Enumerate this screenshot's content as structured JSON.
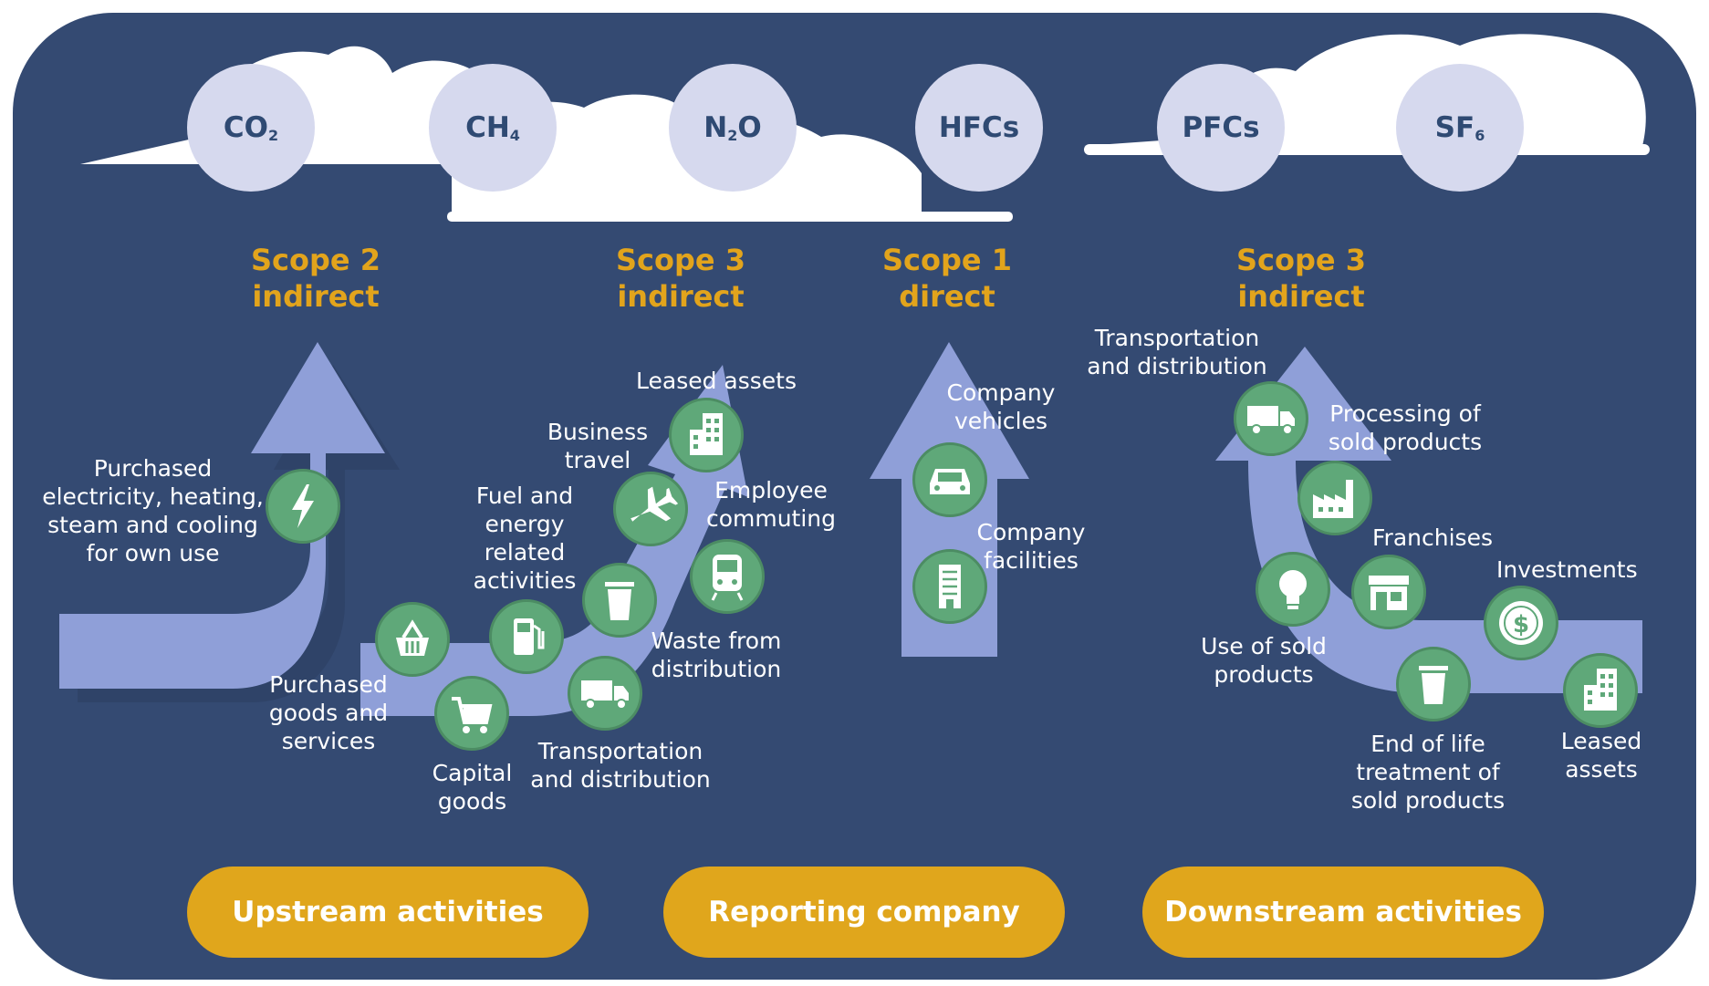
{
  "colors": {
    "background": "#ffffff",
    "panel": "#344a72",
    "cloud": "#ffffff",
    "gas_circle": "#d6d9ee",
    "gas_text": "#2f4a73",
    "arrow": "#8f9fd8",
    "icon_circle": "#5fa879",
    "scope_text": "#e2a41c",
    "pill": "#e0a61c",
    "label_text": "#ffffff"
  },
  "gases": [
    {
      "base": "CO",
      "sub": "2"
    },
    {
      "base": "CH",
      "sub": "4"
    },
    {
      "base": "N",
      "sub": "2",
      "tail": "O"
    },
    {
      "base": "HFCs",
      "sub": ""
    },
    {
      "base": "PFCs",
      "sub": ""
    },
    {
      "base": "SF",
      "sub": "6"
    }
  ],
  "scopes": [
    {
      "line1": "Scope 2",
      "line2": "indirect"
    },
    {
      "line1": "Scope 3",
      "line2": "indirect"
    },
    {
      "line1": "Scope 1",
      "line2": "direct"
    },
    {
      "line1": "Scope 3",
      "line2": "indirect"
    }
  ],
  "scope2": {
    "items": [
      {
        "label": "Purchased\nelectricity, heating,\nsteam and cooling\nfor own use",
        "icon": "lightning-icon"
      }
    ]
  },
  "upstream": {
    "items": [
      {
        "label": "Purchased\ngoods and\nservices",
        "icon": "basket-icon"
      },
      {
        "label": "Capital\ngoods",
        "icon": "shopping-cart-icon"
      },
      {
        "label": "Fuel and\nenergy\nrelated\nactivities",
        "icon": "fuel-pump-icon"
      },
      {
        "label": "Transportation\nand distribution",
        "icon": "truck-icon"
      },
      {
        "label": "Waste from\ndistribution",
        "icon": "trash-bin-icon"
      },
      {
        "label": "Business\ntravel",
        "icon": "airplane-icon"
      },
      {
        "label": "Employee\ncommuting",
        "icon": "train-icon"
      },
      {
        "label": "Leased assets",
        "icon": "building-icon"
      }
    ]
  },
  "scope1": {
    "items": [
      {
        "label": "Company\nvehicles",
        "icon": "car-icon"
      },
      {
        "label": "Company\nfacilities",
        "icon": "office-building-icon"
      }
    ]
  },
  "downstream": {
    "items": [
      {
        "label": "Transportation\nand distribution",
        "icon": "truck-icon"
      },
      {
        "label": "Processing of\nsold products",
        "icon": "factory-icon"
      },
      {
        "label": "Use of sold\nproducts",
        "icon": "lightbulb-icon"
      },
      {
        "label": "Franchises",
        "icon": "storefront-icon"
      },
      {
        "label": "End of life\ntreatment of\nsold products",
        "icon": "trash-bin-icon"
      },
      {
        "label": "Investments",
        "icon": "dollar-coin-icon"
      },
      {
        "label": "Leased\nassets",
        "icon": "building-icon"
      }
    ]
  },
  "pills": {
    "upstream": "Upstream activities",
    "reporting": "Reporting company",
    "downstream": "Downstream activities"
  }
}
